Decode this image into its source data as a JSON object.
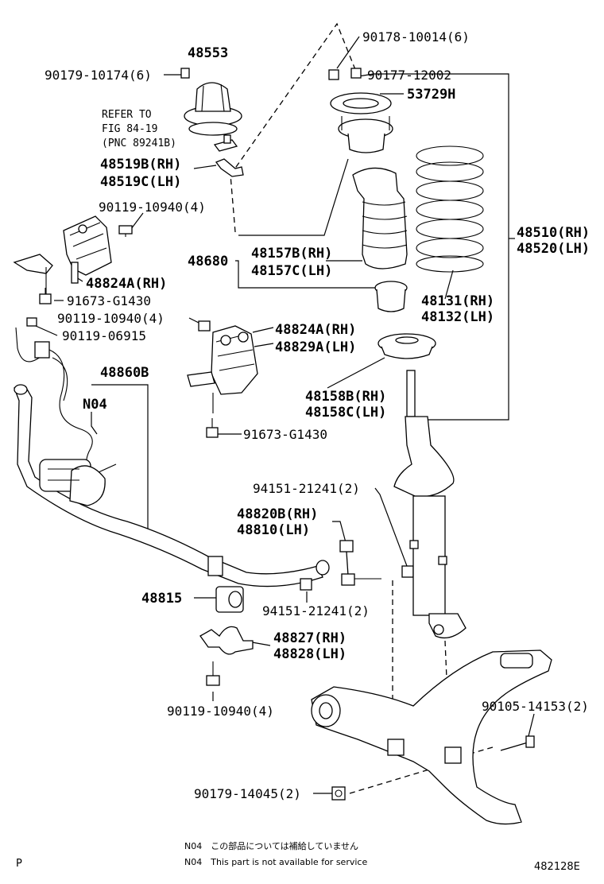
{
  "labels": {
    "p48553": "48553",
    "p90179_10174": "90179-10174(6)",
    "refer1": "REFER TO",
    "refer2": "FIG 84-19",
    "refer3": "(PNC 89241B)",
    "p48519b": "48519B(RH)",
    "p48519c": "48519C(LH)",
    "p90119_10940a": "90119-10940(4)",
    "p48824a_top": "48824A(RH)",
    "p91673a": "91673-G1430",
    "p90119_10940b": "90119-10940(4)",
    "p90119_06915": "90119-06915",
    "p48824a_mid": "48824A(RH)",
    "p48829a": "48829A(LH)",
    "p48860b": "48860B",
    "n04": "N04",
    "p91673b": "91673-G1430",
    "p90178": "90178-10014(6)",
    "p90177": "90177-12002",
    "p53729h": "53729H",
    "p48680": "48680",
    "p48157b": "48157B(RH)",
    "p48157c": "48157C(LH)",
    "p48510": "48510(RH)",
    "p48520": "48520(LH)",
    "p48131": "48131(RH)",
    "p48132": "48132(LH)",
    "p48158b": "48158B(RH)",
    "p48158c": "48158C(LH)",
    "p94151a": "94151-21241(2)",
    "p48820b": "48820B(RH)",
    "p48810": "48810(LH)",
    "p48815": "48815",
    "p94151b": "94151-21241(2)",
    "p48827": "48827(RH)",
    "p48828": "48828(LH)",
    "p90119_10940c": "90119-10940(4)",
    "p90105": "90105-14153(2)",
    "p90179_14045": "90179-14045(2)"
  },
  "footer": {
    "note_jp": "N04　この部品については補給していません",
    "note_en": "N04　This part is not available for service",
    "page_letter": "P",
    "figure_id": "482128E"
  }
}
